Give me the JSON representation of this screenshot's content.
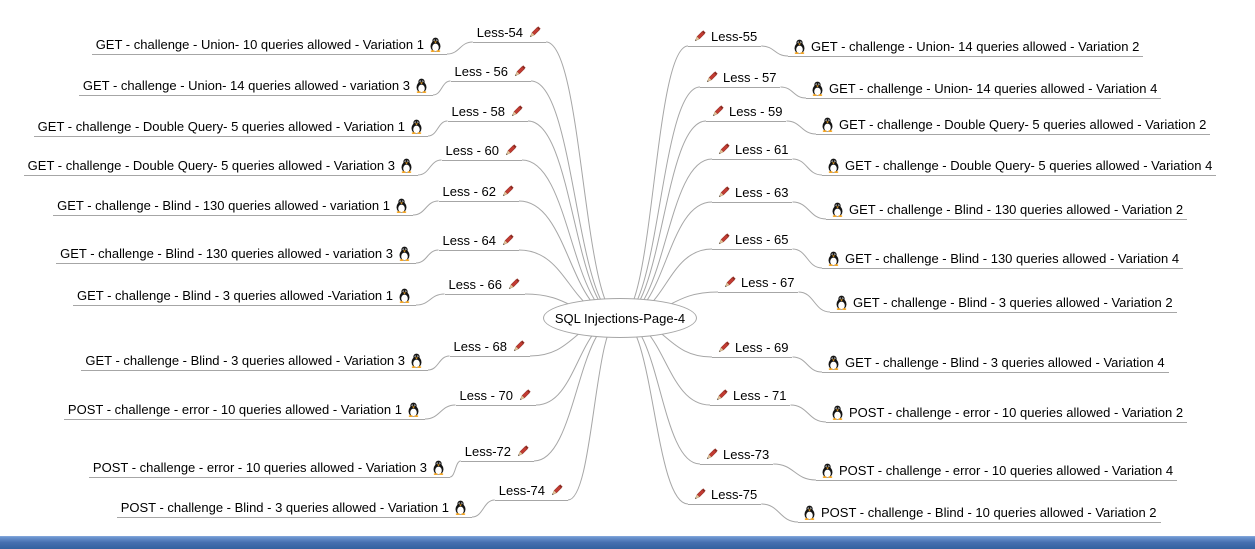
{
  "root": {
    "label": "SQL Injections-Page-4"
  },
  "icons": {
    "less_icon": "red-pencil",
    "challenge_icon": "tux-penguin"
  },
  "colors": {
    "edge": "#a6a6a6",
    "taskbar_blue": "#33619f",
    "text": "#000000"
  },
  "left": [
    {
      "less": "Less-54",
      "challenge": "GET - challenge - Union- 10 queries allowed - Variation 1"
    },
    {
      "less": "Less - 56",
      "challenge": "GET - challenge - Union- 14 queries allowed - variation 3"
    },
    {
      "less": "Less - 58",
      "challenge": "GET - challenge - Double Query- 5 queries allowed - Variation 1"
    },
    {
      "less": "Less - 60",
      "challenge": "GET - challenge - Double Query- 5 queries allowed - Variation 3"
    },
    {
      "less": "Less - 62",
      "challenge": "GET - challenge - Blind - 130 queries allowed - variation 1"
    },
    {
      "less": "Less - 64",
      "challenge": "GET - challenge - Blind - 130 queries allowed - variation 3"
    },
    {
      "less": "Less - 66",
      "challenge": "GET - challenge - Blind - 3 queries allowed -Variation 1"
    },
    {
      "less": "Less - 68",
      "challenge": "GET - challenge - Blind - 3 queries allowed - Variation 3"
    },
    {
      "less": "Less - 70",
      "challenge": "POST - challenge - error - 10 queries allowed - Variation 1"
    },
    {
      "less": "Less-72",
      "challenge": "POST - challenge - error - 10 queries allowed - Variation 3"
    },
    {
      "less": "Less-74",
      "challenge": "POST - challenge - Blind - 3 queries allowed - Variation 1"
    }
  ],
  "right": [
    {
      "less": "Less-55",
      "challenge": "GET - challenge - Union- 14 queries allowed - Variation 2"
    },
    {
      "less": "Less - 57",
      "challenge": "GET - challenge - Union- 14 queries allowed - Variation 4"
    },
    {
      "less": "Less - 59",
      "challenge": "GET - challenge - Double Query- 5 queries allowed - Variation 2"
    },
    {
      "less": "Less - 61",
      "challenge": "GET - challenge - Double Query- 5 queries allowed - Variation 4"
    },
    {
      "less": "Less - 63",
      "challenge": "GET - challenge - Blind - 130 queries allowed - Variation 2"
    },
    {
      "less": "Less - 65",
      "challenge": "GET - challenge - Blind - 130 queries allowed - Variation 4"
    },
    {
      "less": "Less - 67",
      "challenge": "GET - challenge - Blind - 3 queries allowed - Variation 2"
    },
    {
      "less": "Less - 69",
      "challenge": "GET - challenge - Blind - 3 queries allowed - Variation 4"
    },
    {
      "less": "Less - 71",
      "challenge": "POST - challenge - error - 10 queries allowed - Variation 2"
    },
    {
      "less": "Less-73",
      "challenge": "POST - challenge - error - 10 queries allowed - Variation 4"
    },
    {
      "less": "Less-75",
      "challenge": "POST - challenge - Blind - 10 queries allowed - Variation 2"
    }
  ]
}
